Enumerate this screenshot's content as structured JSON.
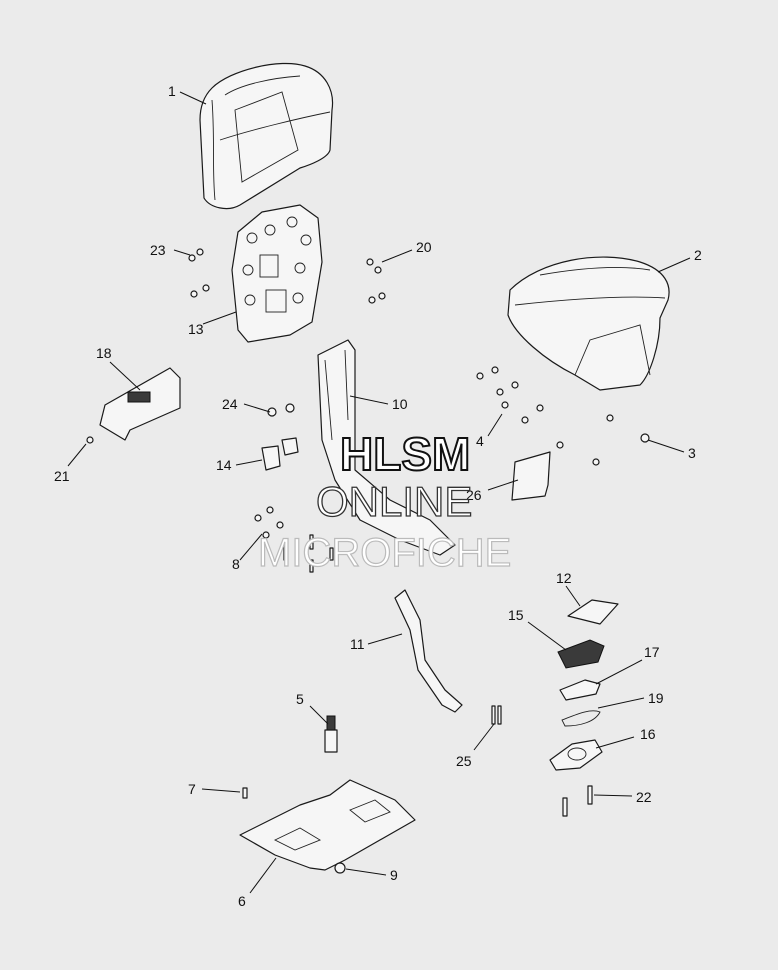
{
  "diagram": {
    "callouts": [
      {
        "id": "c1",
        "label": "1"
      },
      {
        "id": "c2",
        "label": "2"
      },
      {
        "id": "c3",
        "label": "3"
      },
      {
        "id": "c4",
        "label": "4"
      },
      {
        "id": "c5",
        "label": "5"
      },
      {
        "id": "c6",
        "label": "6"
      },
      {
        "id": "c7",
        "label": "7"
      },
      {
        "id": "c8",
        "label": "8"
      },
      {
        "id": "c9",
        "label": "9"
      },
      {
        "id": "c10",
        "label": "10"
      },
      {
        "id": "c11",
        "label": "11"
      },
      {
        "id": "c12",
        "label": "12"
      },
      {
        "id": "c13",
        "label": "13"
      },
      {
        "id": "c14",
        "label": "14"
      },
      {
        "id": "c15",
        "label": "15"
      },
      {
        "id": "c16",
        "label": "16"
      },
      {
        "id": "c17",
        "label": "17"
      },
      {
        "id": "c18",
        "label": "18"
      },
      {
        "id": "c19",
        "label": "19"
      },
      {
        "id": "c20",
        "label": "20"
      },
      {
        "id": "c21",
        "label": "21"
      },
      {
        "id": "c22",
        "label": "22"
      },
      {
        "id": "c23",
        "label": "23"
      },
      {
        "id": "c24",
        "label": "24"
      },
      {
        "id": "c25",
        "label": "25"
      },
      {
        "id": "c26",
        "label": "26"
      }
    ]
  },
  "watermark": {
    "line1": "HLSM",
    "line2": "ONLINE",
    "line3": "MICROFICHE"
  }
}
